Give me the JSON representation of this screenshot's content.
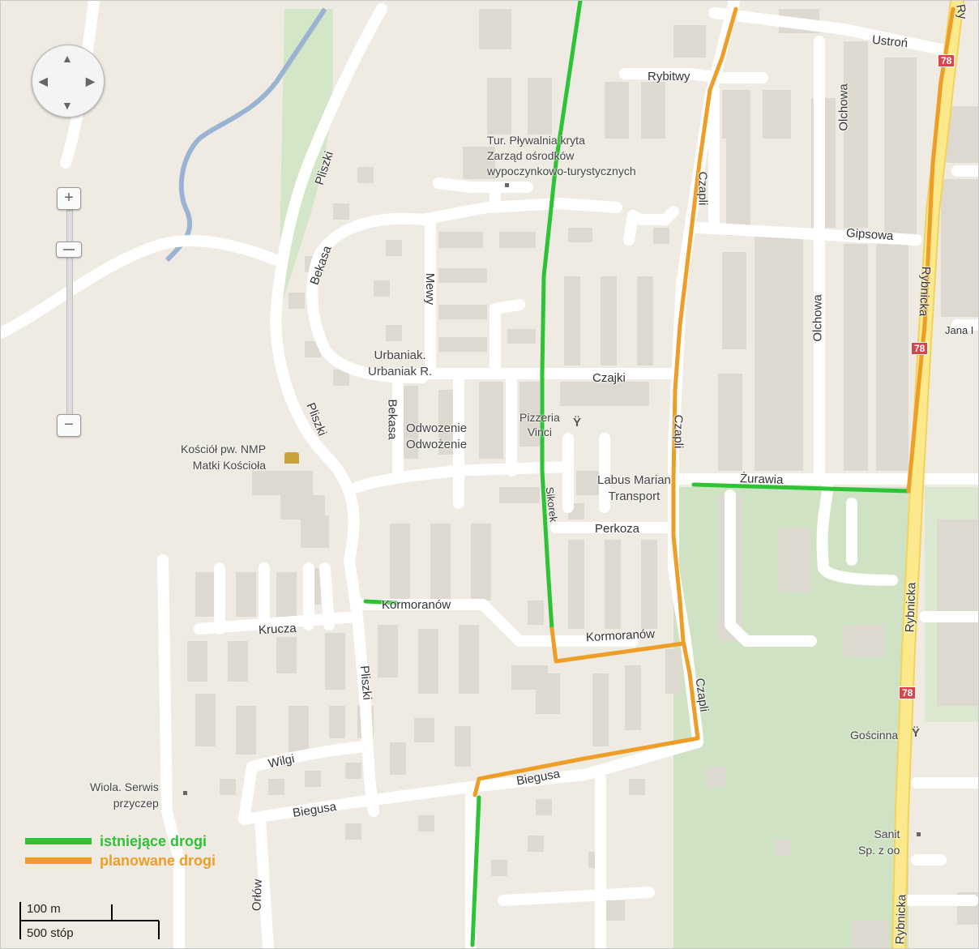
{
  "colors": {
    "background": "#efebe3",
    "road": "#ffffff",
    "building": "#ddd9d0",
    "park": "#cfe3c4",
    "water": "#9ab3d3",
    "highway": "#fbe98c",
    "existing_road": "#2cc334",
    "planned_road": "#ee9e27",
    "shield": "#d8454d"
  },
  "controls": {
    "pan_up_icon": "▲",
    "pan_down_icon": "▼",
    "pan_left_icon": "◀",
    "pan_right_icon": "▶",
    "zoom_in": "+",
    "zoom_out": "−",
    "zoom_level_fraction": 0.17
  },
  "streets": {
    "ustron": "Ustroń",
    "rybitwy": "Rybitwy",
    "pliszki_1": "Pliszki",
    "pliszki_2": "Pliszki",
    "pliszki_3": "Pliszki",
    "bekasa_1": "Bekasa",
    "bekasa_2": "Bekasa",
    "mewy": "Mewy",
    "czapli_1": "Czapli",
    "czapli_2": "Czapli",
    "czapli_3": "Czapli",
    "gipsowa": "Gipsowa",
    "olchowa_1": "Olchowa",
    "olchowa_2": "Olchowa",
    "rybnicka_1": "Rybnicka",
    "rybnicka_2": "Rybnicka",
    "rybnicka_3": "Rybnicka",
    "rybnicka_top": "Ry",
    "czajki": "Czajki",
    "zurawia": "Żurawia",
    "perkoza": "Perkoza",
    "kormoranow_1": "Kormoranów",
    "kormoranow_2": "Kormoranów",
    "krucza": "Krucza",
    "wilgi": "Wilgi",
    "biegusa_1": "Biegusa",
    "biegusa_2": "Biegusa",
    "orlow": "Orłów",
    "sikorek": "Sikorek",
    "jana": "Jana I"
  },
  "pois": {
    "plywalnia_1": "Tur. Pływalnia kryta",
    "plywalnia_2": "Zarząd ośrodków",
    "plywalnia_3": "wypoczynkowo-turystycznych",
    "urbaniak_1": "Urbaniak.",
    "urbaniak_2": "Urbaniak R.",
    "odwozenie_1": "Odwozenie",
    "odwozenie_2": "Odwożenie",
    "pizzeria_1": "Pizzeria",
    "pizzeria_2": "Vinci",
    "kosciol_1": "Kościół pw. NMP",
    "kosciol_2": "Matki Kościoła",
    "labus_1": "Labus Marian",
    "labus_2": "Transport",
    "goscinna": "Gościnna",
    "wiola_1": "Wiola. Serwis",
    "wiola_2": "przyczep",
    "sanit_1": "Sanit",
    "sanit_2": "Sp. z oo"
  },
  "shields": {
    "s1": "78",
    "s2": "78",
    "s3": "78"
  },
  "legend": {
    "existing": "istniejące drogi",
    "planned": "planowane drogi"
  },
  "scale": {
    "metric": "100 m",
    "imperial": "500 stóp"
  }
}
